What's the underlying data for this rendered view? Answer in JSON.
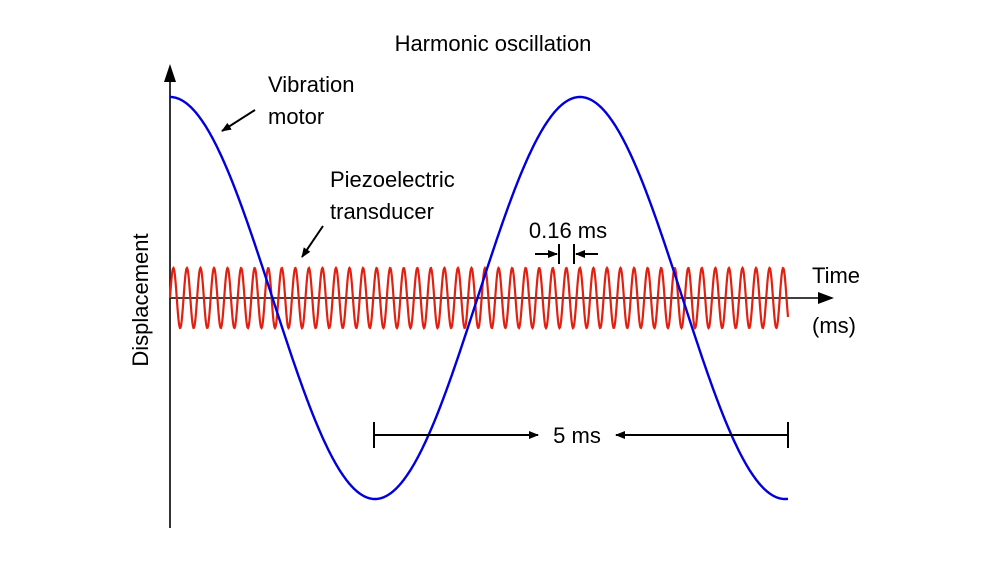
{
  "title": "Harmonic oscillation",
  "axes": {
    "y_label": "Displacement",
    "x_label_line1": "Time",
    "x_label_line2": "(ms)"
  },
  "annotations": {
    "vibration_motor_line1": "Vibration",
    "vibration_motor_line2": "motor",
    "piezo_line1": "Piezoelectric",
    "piezo_line2": "transducer",
    "piezo_period": "0.16 ms",
    "motor_period": "5 ms"
  },
  "colors": {
    "vibration_motor": "#0000dd",
    "piezoelectric": "#e02010",
    "axis": "#000000"
  }
}
